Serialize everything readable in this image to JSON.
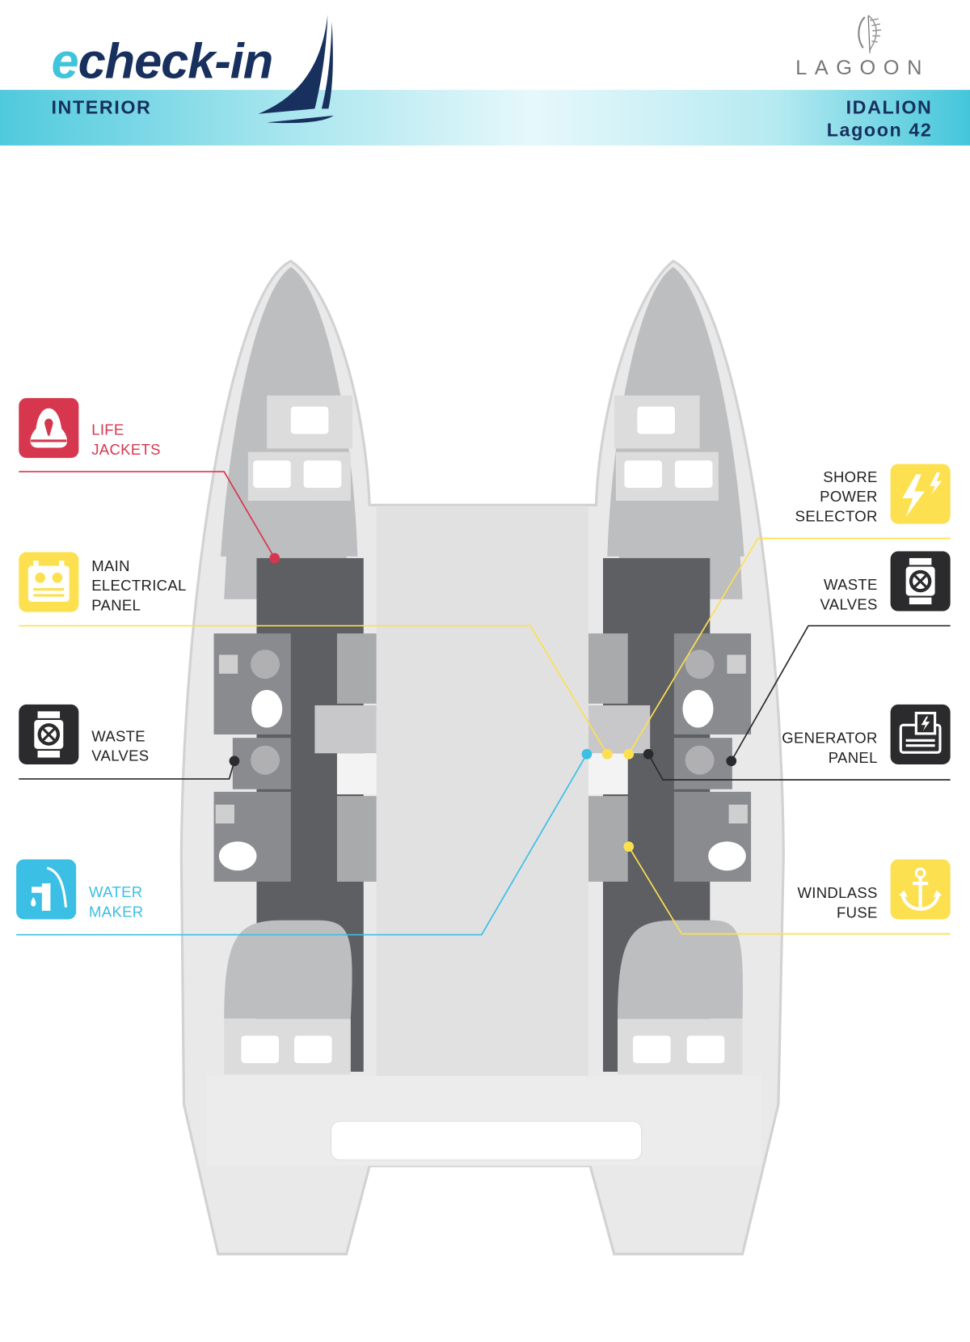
{
  "header": {
    "logo_prefix": "e",
    "logo_text": "check-in",
    "section": "INTERIOR",
    "brand": "LAGOON",
    "boat_name": "IDALION",
    "boat_model": "Lagoon 42"
  },
  "colors": {
    "red": "#d6374e",
    "yellow": "#fde050",
    "black": "#2b2b2d",
    "blue": "#3bbfe4",
    "navy": "#17305e"
  },
  "callouts": [
    {
      "id": "life-jackets",
      "lines": [
        "LIFE",
        "JACKETS"
      ],
      "icon": "life-jacket-icon",
      "color": "#d6374e",
      "side": "left"
    },
    {
      "id": "main-electrical-panel",
      "lines": [
        "MAIN",
        "ELECTRICAL",
        "PANEL"
      ],
      "icon": "electrical-panel-icon",
      "color": "#fde050",
      "side": "left"
    },
    {
      "id": "waste-valves-left",
      "lines": [
        "WASTE",
        "VALVES"
      ],
      "icon": "valve-icon",
      "color": "#2b2b2d",
      "side": "left"
    },
    {
      "id": "water-maker",
      "lines": [
        "WATER",
        "MAKER"
      ],
      "icon": "water-pump-icon",
      "color": "#3bbfe4",
      "side": "left"
    },
    {
      "id": "shore-power-selector",
      "lines": [
        "SHORE",
        "POWER",
        "SELECTOR"
      ],
      "icon": "lightning-icon",
      "color": "#fde050",
      "side": "right"
    },
    {
      "id": "waste-valves-right",
      "lines": [
        "WASTE",
        "VALVES"
      ],
      "icon": "valve-icon",
      "color": "#2b2b2d",
      "side": "right"
    },
    {
      "id": "generator-panel",
      "lines": [
        "GENERATOR",
        "PANEL"
      ],
      "icon": "generator-icon",
      "color": "#2b2b2d",
      "side": "right"
    },
    {
      "id": "windlass-fuse",
      "lines": [
        "WINDLASS",
        "FUSE"
      ],
      "icon": "anchor-icon",
      "color": "#fde050",
      "side": "right"
    }
  ]
}
